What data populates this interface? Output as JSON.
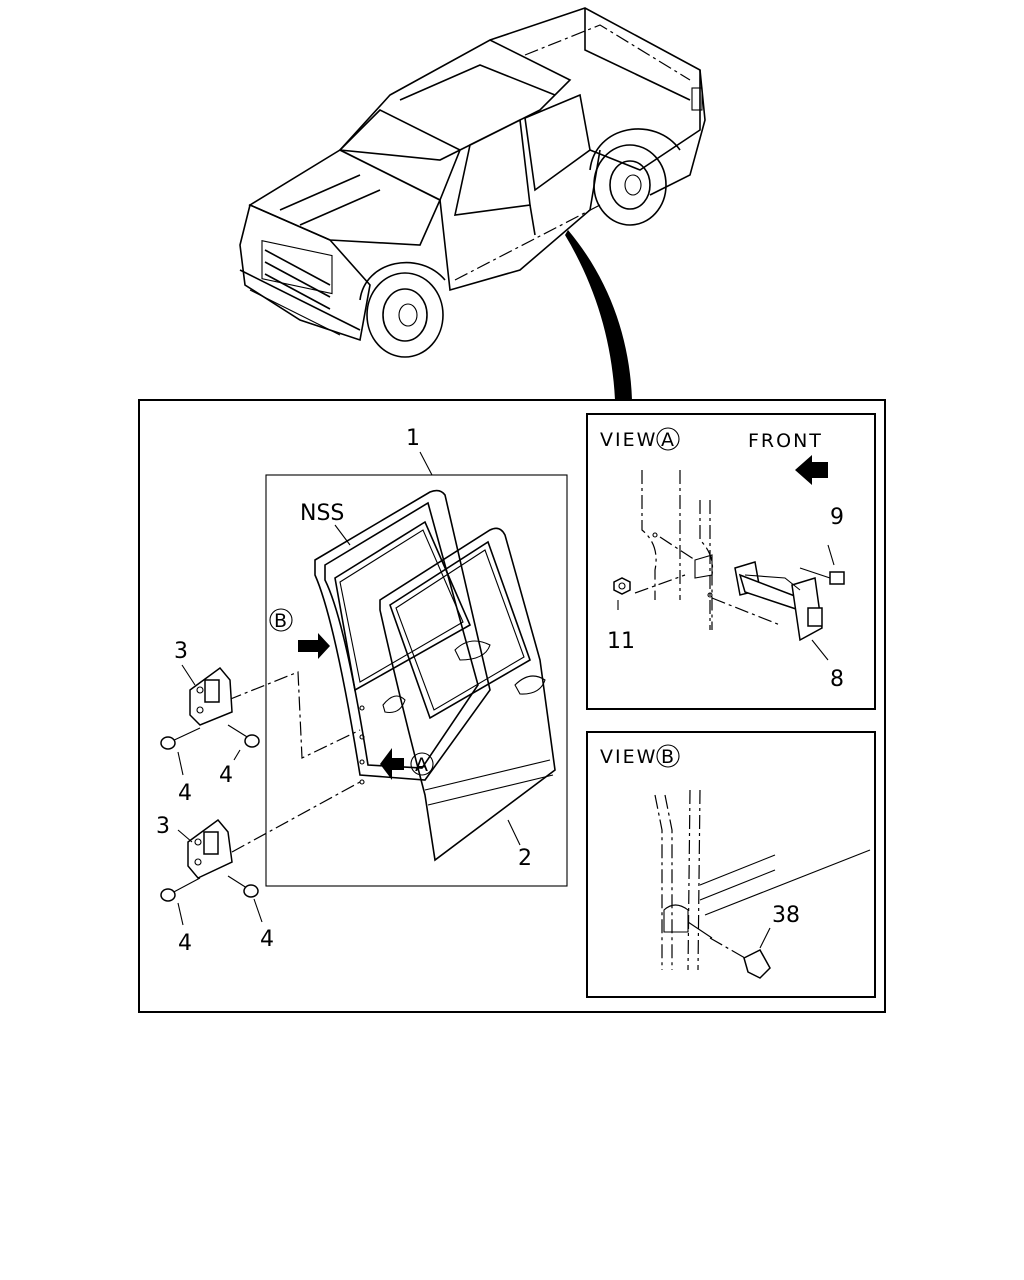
{
  "callouts": {
    "door_assembly": "1",
    "door_seal": "2",
    "hinge_upper": "3",
    "hinge_lower": "3",
    "bolt_a": "4",
    "bolt_b": "4",
    "bolt_c": "4",
    "bolt_d": "4",
    "checker": "8",
    "checker_bolt": "9",
    "checker_nut": "11",
    "plug": "38"
  },
  "side_label": "NSS",
  "view_markers": {
    "a": "A",
    "b": "B"
  },
  "view_a": {
    "prefix": "VIEW",
    "marker": "A",
    "direction_label": "FRONT"
  },
  "view_b": {
    "prefix": "VIEW",
    "marker": "B"
  }
}
